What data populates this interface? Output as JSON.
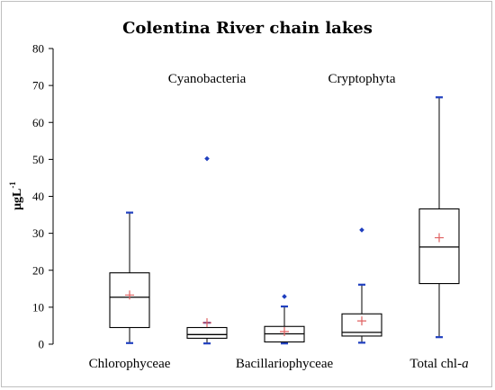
{
  "chart_data": {
    "type": "box",
    "title": "Colentina River chain lakes",
    "ylabel_main": "μgL",
    "ylabel_sup": "-1",
    "ylim": [
      0,
      80
    ],
    "yticks": [
      0,
      10,
      20,
      30,
      40,
      50,
      60,
      70,
      80
    ],
    "grid": false,
    "categories": [
      {
        "label": "Chlorophyceae",
        "label_italic": "",
        "label_position": "below",
        "min": 0.3,
        "q1": 4.5,
        "median": 12.7,
        "q3": 19.3,
        "max": 35.6,
        "mean": 13.3,
        "outliers": []
      },
      {
        "label": "Cyanobacteria",
        "label_italic": "",
        "label_position": "above",
        "min": 0.2,
        "q1": 1.6,
        "median": 2.6,
        "q3": 4.5,
        "max": 5.8,
        "mean": 5.8,
        "outliers": [
          50.2
        ]
      },
      {
        "label": "Bacillariophyceae",
        "label_italic": "",
        "label_position": "below",
        "min": 0.2,
        "q1": 0.6,
        "median": 2.8,
        "q3": 4.8,
        "max": 10.2,
        "mean": 3.4,
        "outliers": [
          12.9
        ]
      },
      {
        "label": "Cryptophyta",
        "label_italic": "",
        "label_position": "above",
        "min": 0.4,
        "q1": 2.2,
        "median": 3.2,
        "q3": 8.2,
        "max": 16.1,
        "mean": 6.3,
        "outliers": [
          30.9
        ]
      },
      {
        "label": "Total chl-",
        "label_italic": "a",
        "label_position": "below",
        "min": 1.9,
        "q1": 16.4,
        "median": 26.3,
        "q3": 36.6,
        "max": 66.8,
        "mean": 28.8,
        "outliers": []
      }
    ],
    "colors": {
      "box": "#000000",
      "mean_marker": "#e06060",
      "whisker_end": "#1f3fbf",
      "outlier": "#1f3fbf",
      "frame": "#bfbfbf"
    }
  }
}
